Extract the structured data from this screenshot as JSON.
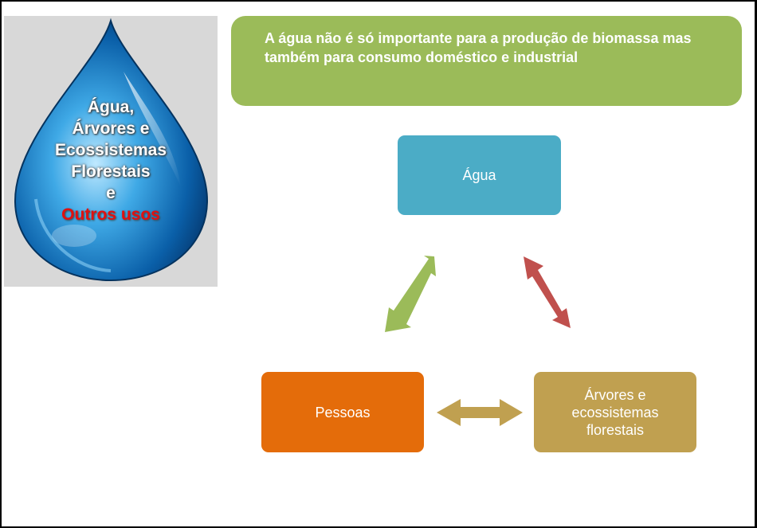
{
  "title_graphic": {
    "lines": [
      "Água,",
      "Árvores e",
      "Ecossistemas",
      "Florestais",
      "e"
    ],
    "accent_line": "Outros usos",
    "accent_color": "#e01010"
  },
  "callout": {
    "text": "A água não é só importante para a produção de biomassa mas também para consumo doméstico e industrial",
    "color": "#9bbb59"
  },
  "diagram": {
    "nodes": [
      {
        "id": "water",
        "label": "Água",
        "color": "#4bacc6"
      },
      {
        "id": "people",
        "label": "Pessoas",
        "color": "#e46c0a"
      },
      {
        "id": "trees",
        "label": "Árvores e ecossistemas florestais",
        "color": "#c0a050"
      }
    ],
    "connectors": [
      {
        "from": "people",
        "to": "water",
        "color": "#9bbb59"
      },
      {
        "from": "water",
        "to": "trees",
        "color": "#c0504d"
      },
      {
        "from": "people",
        "to": "trees",
        "color": "#c0a050"
      }
    ]
  }
}
